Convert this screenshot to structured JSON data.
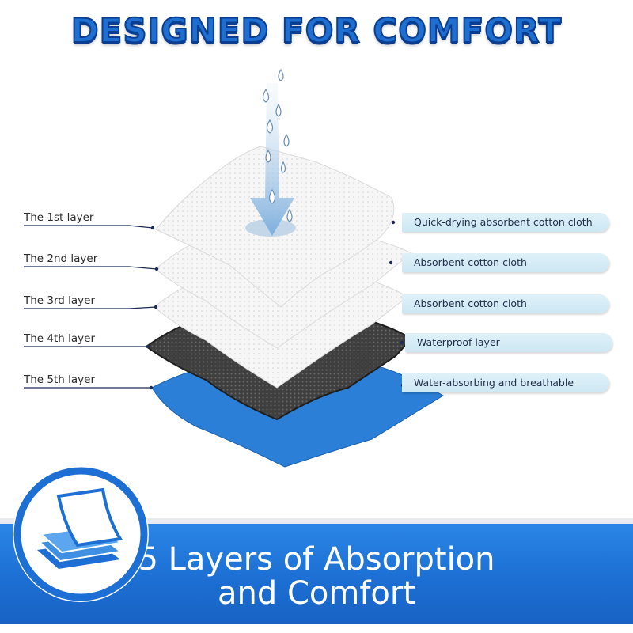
{
  "headline": "DESIGNED FOR COMFORT",
  "layers": [
    {
      "label": "The 1st layer",
      "description": "Quick-drying absorbent cotton cloth"
    },
    {
      "label": "The 2nd layer",
      "description": "Absorbent cotton cloth"
    },
    {
      "label": "The 3rd layer",
      "description": "Absorbent cotton cloth"
    },
    {
      "label": "The 4th layer",
      "description": "Waterproof layer"
    },
    {
      "label": "The 5th layer",
      "description": "Water-absorbing and breathable"
    }
  ],
  "banner": {
    "line1": "5 Layers of Absorption",
    "line2": "and Comfort"
  },
  "colors": {
    "brand_blue": "#1d6fd3",
    "headline_outline": "#0b3e91",
    "pill_fill": "#d6edf7",
    "blue_layer": "#2b7fd6",
    "dark_layer": "#4a4a4a"
  },
  "icons": {
    "droplets": "water-droplet-icon",
    "badge": "layers-badge-icon"
  }
}
